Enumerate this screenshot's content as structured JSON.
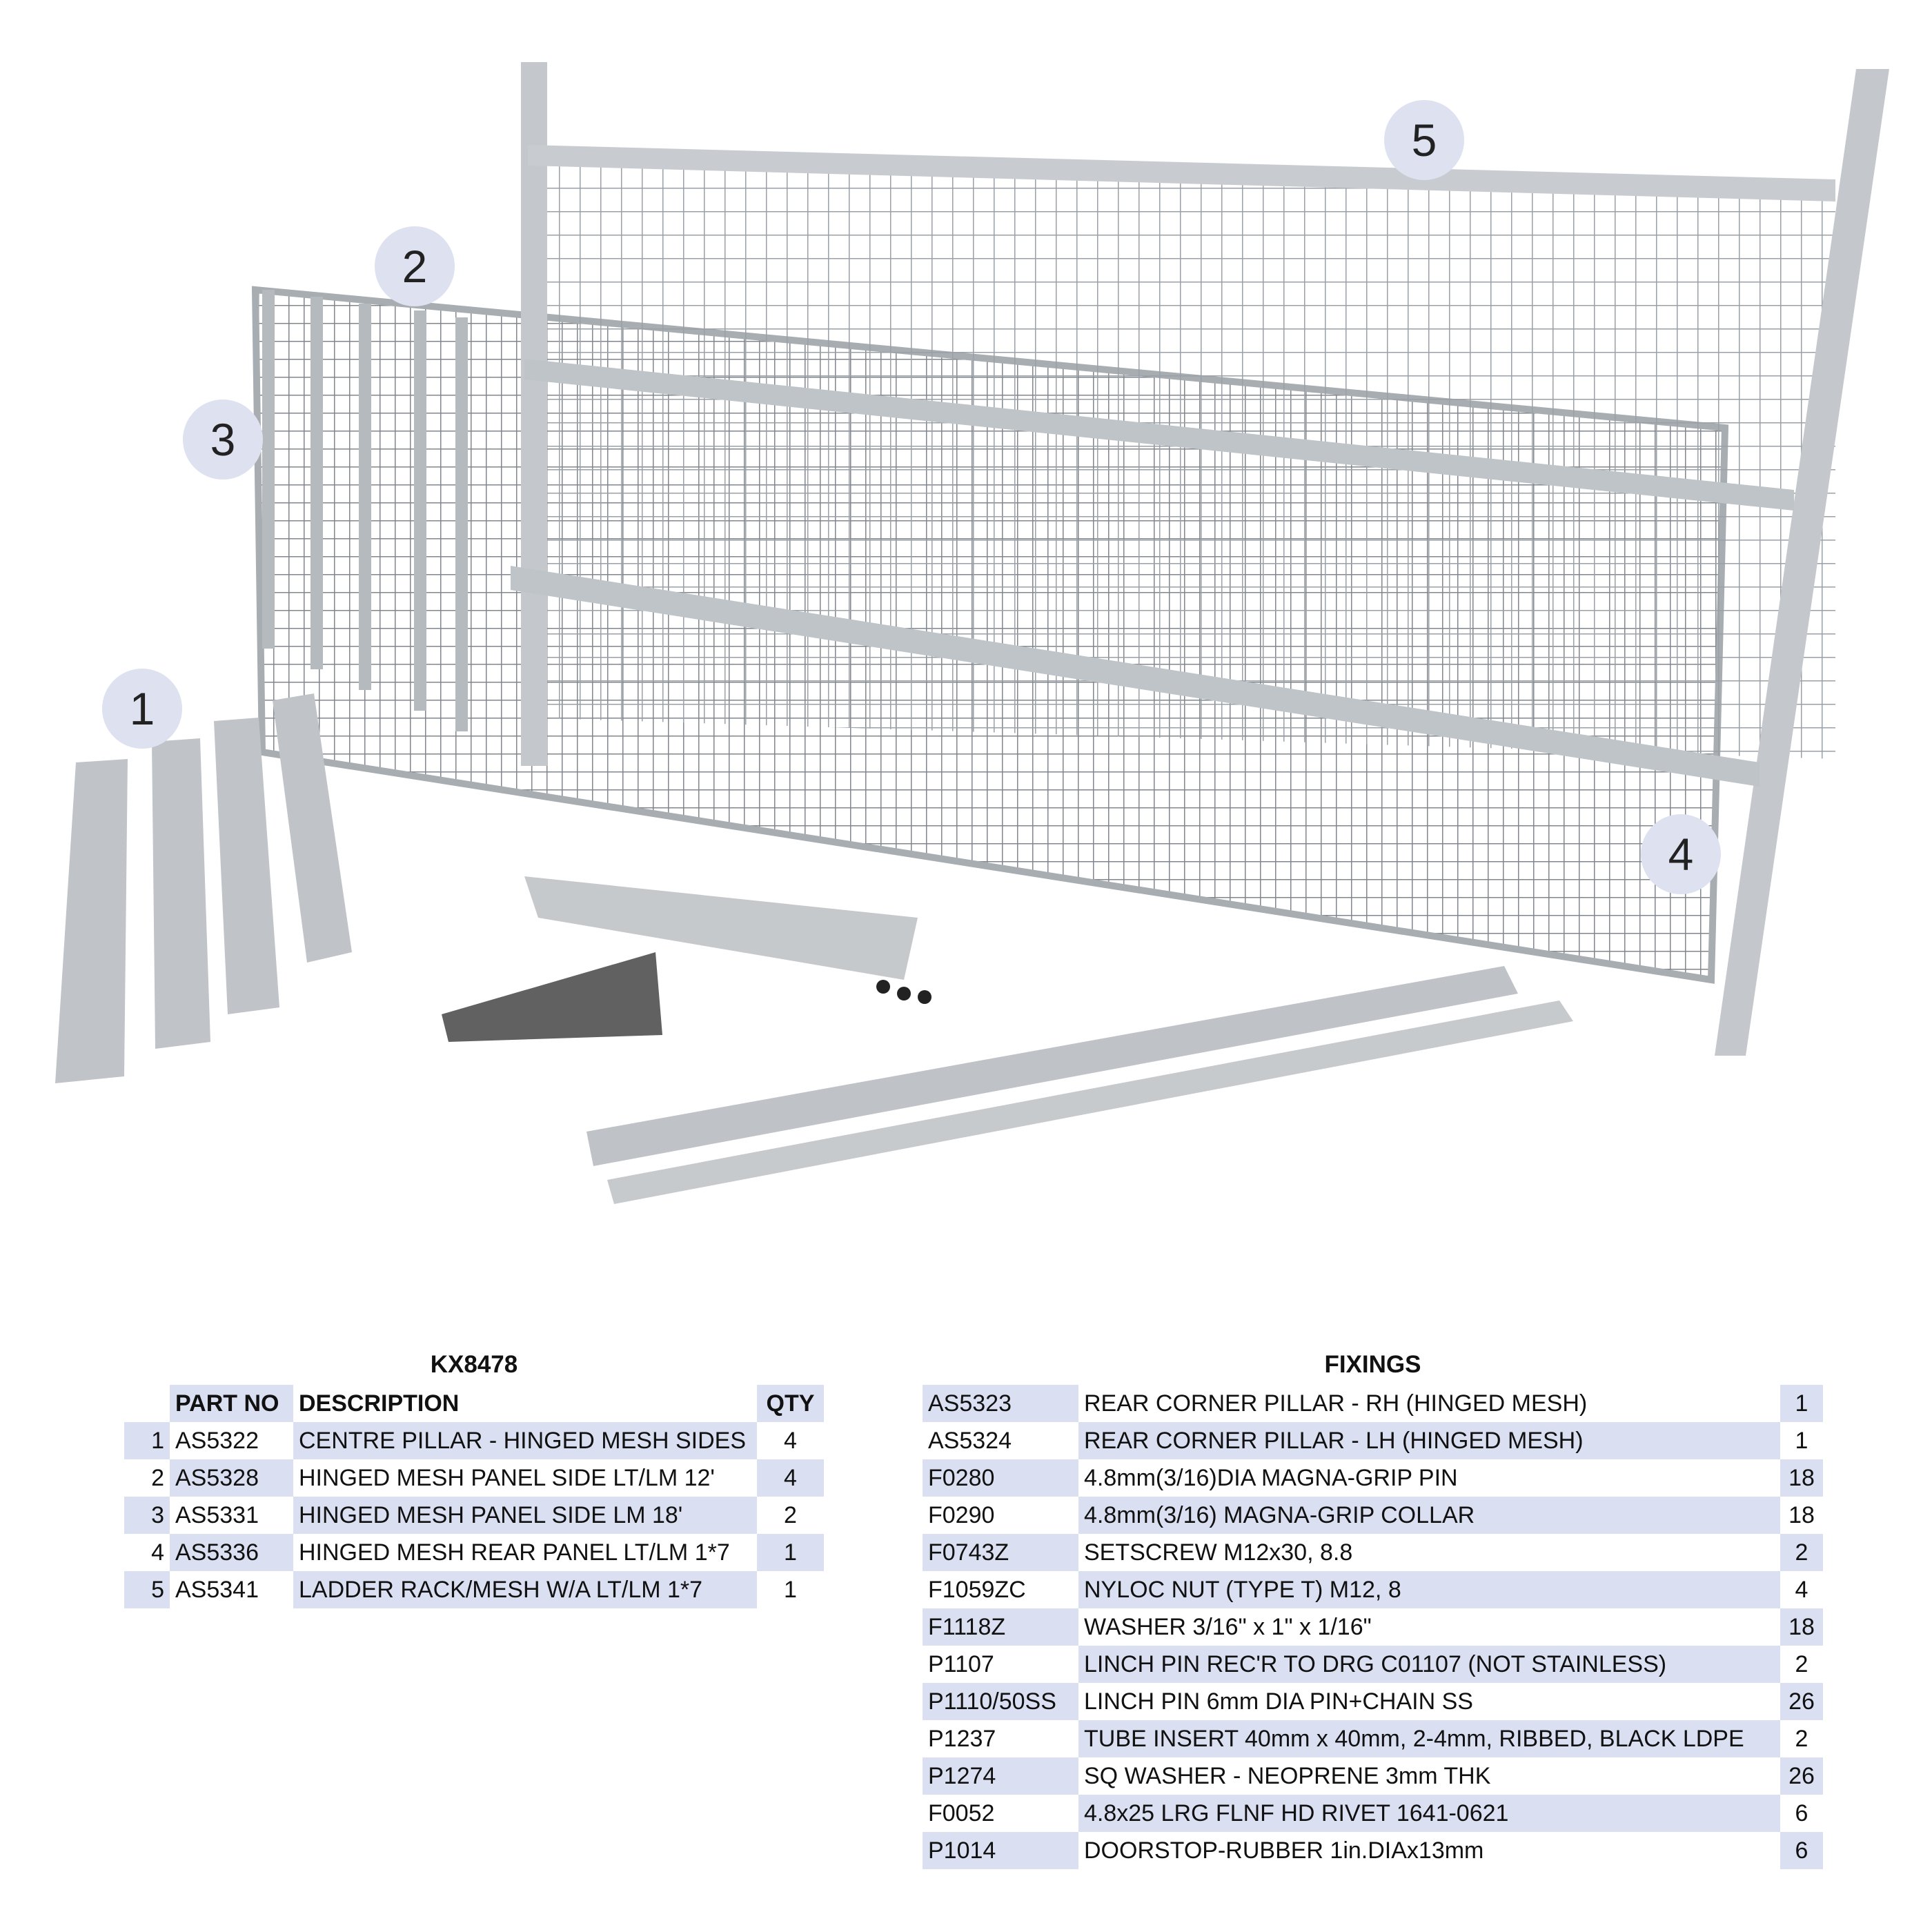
{
  "callouts": [
    "1",
    "2",
    "3",
    "4",
    "5"
  ],
  "kit": {
    "title": "KX8478",
    "headers": {
      "part_no": "PART NO",
      "description": "DESCRIPTION",
      "qty": "QTY"
    },
    "rows": [
      {
        "num": "1",
        "part": "AS5322",
        "desc": "CENTRE PILLAR - HINGED MESH SIDES",
        "qty": "4"
      },
      {
        "num": "2",
        "part": "AS5328",
        "desc": "HINGED MESH PANEL SIDE LT/LM 12'",
        "qty": "4"
      },
      {
        "num": "3",
        "part": "AS5331",
        "desc": "HINGED MESH PANEL SIDE LM 18'",
        "qty": "2"
      },
      {
        "num": "4",
        "part": "AS5336",
        "desc": "HINGED MESH REAR PANEL LT/LM 1*7",
        "qty": "1"
      },
      {
        "num": "5",
        "part": "AS5341",
        "desc": "LADDER RACK/MESH W/A LT/LM 1*7",
        "qty": "1"
      }
    ]
  },
  "fixings": {
    "title": "FIXINGS",
    "rows": [
      {
        "part": "AS5323",
        "desc": "REAR CORNER PILLAR - RH (HINGED MESH)",
        "qty": "1"
      },
      {
        "part": "AS5324",
        "desc": "REAR CORNER PILLAR - LH (HINGED MESH)",
        "qty": "1"
      },
      {
        "part": "F0280",
        "desc": "4.8mm(3/16)DIA MAGNA-GRIP PIN",
        "qty": "18"
      },
      {
        "part": "F0290",
        "desc": "4.8mm(3/16) MAGNA-GRIP COLLAR",
        "qty": "18"
      },
      {
        "part": "F0743Z",
        "desc": "SETSCREW M12x30, 8.8",
        "qty": "2"
      },
      {
        "part": "F1059ZC",
        "desc": "NYLOC NUT (TYPE T) M12, 8",
        "qty": "4"
      },
      {
        "part": "F1118Z",
        "desc": "WASHER 3/16\" x 1\" x 1/16\"",
        "qty": "18"
      },
      {
        "part": "P1107",
        "desc": "LINCH PIN REC'R TO DRG C01107 (NOT STAINLESS)",
        "qty": "2"
      },
      {
        "part": "P1110/50SS",
        "desc": "LINCH PIN 6mm DIA PIN+CHAIN SS",
        "qty": "26"
      },
      {
        "part": "P1237",
        "desc": "TUBE INSERT 40mm x 40mm, 2-4mm, RIBBED, BLACK LDPE",
        "qty": "2"
      },
      {
        "part": "P1274",
        "desc": "SQ WASHER - NEOPRENE 3mm THK",
        "qty": "26"
      },
      {
        "part": "F0052",
        "desc": "4.8x25 LRG FLNF HD RIVET 1641-0621",
        "qty": "6"
      },
      {
        "part": "P1014",
        "desc": "DOORSTOP-RUBBER 1in.DIAx13mm",
        "qty": "6"
      }
    ]
  }
}
